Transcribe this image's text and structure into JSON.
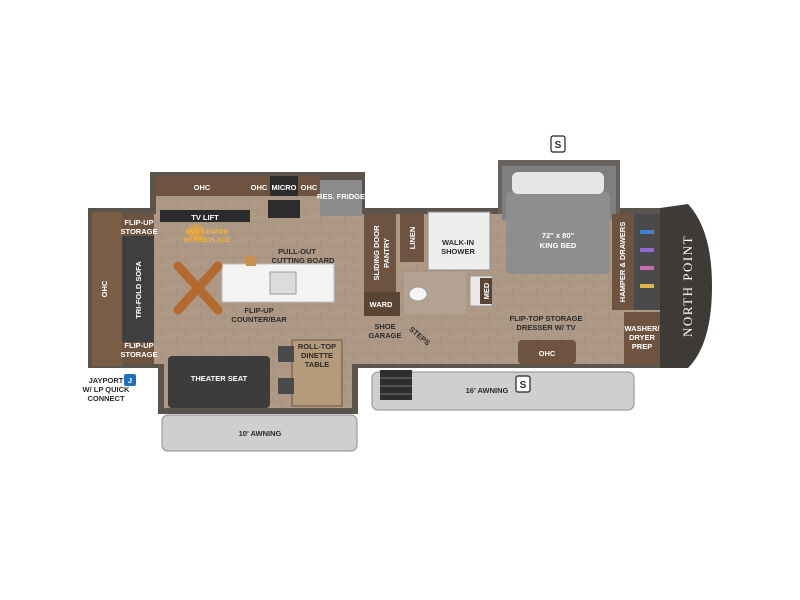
{
  "labels": {
    "ohc_top": "OHC",
    "ohc_small_1": "OHC",
    "micro": "MICRO",
    "ohc_small_2": "OHC",
    "res_fridge": "RES. FRIDGE",
    "tv_lift": "TV LIFT",
    "ent_center_1": "ENT. CENTER",
    "ent_center_2": "W/ FIREPLACE",
    "flip_up_storage_top_1": "FLIP-UP",
    "flip_up_storage_top_2": "STORAGE",
    "ohc_left": "OHC",
    "tri_fold_sofa": "TRI-FOLD SOFA",
    "flip_up_storage_bottom_1": "FLIP-UP",
    "flip_up_storage_bottom_2": "STORAGE",
    "pull_out_1": "PULL-OUT",
    "pull_out_2": "CUTTING BOARD",
    "flip_up_counter_1": "FLIP-UP",
    "flip_up_counter_2": "COUNTER/BAR",
    "sliding_door_pantry_1": "SLIDING DOOR",
    "sliding_door_pantry_2": "PANTRY",
    "linen": "LINEN",
    "ward": "WARD",
    "walk_in_shower_1": "WALK-IN",
    "walk_in_shower_2": "SHOWER",
    "med": "MED",
    "shoe_garage_1": "SHOE",
    "shoe_garage_2": "GARAGE",
    "steps": "STEPS",
    "theater_seat": "THEATER SEAT",
    "roll_top_1": "ROLL-TOP",
    "roll_top_2": "DINETTE",
    "roll_top_3": "TABLE",
    "king_bed_1": "72\" x 80\"",
    "king_bed_2": "KING BED",
    "flip_top_1": "FLIP-TOP STORAGE",
    "flip_top_2": "DRESSER W/ TV",
    "ohc_bedroom": "OHC",
    "hamper": "HAMPER & DRAWERS",
    "washer_1": "WASHER/",
    "washer_2": "DRYER",
    "washer_3": "PREP",
    "brand": "NORTH POINT",
    "awning_10": "10' AWNING",
    "awning_16": "16' AWNING",
    "jayport_1": "JAYPORT",
    "jayport_2": "W/ LP QUICK",
    "jayport_3": "CONNECT",
    "jayport_badge": "J",
    "slide_badge_top": "S",
    "slide_badge_bottom": "S"
  },
  "colors": {
    "floor": "#a89480",
    "wall": "#5b544d",
    "cabinet": "#6e5440",
    "awning": "#c9c9c9",
    "accent_blue": "#1f6fbf"
  }
}
